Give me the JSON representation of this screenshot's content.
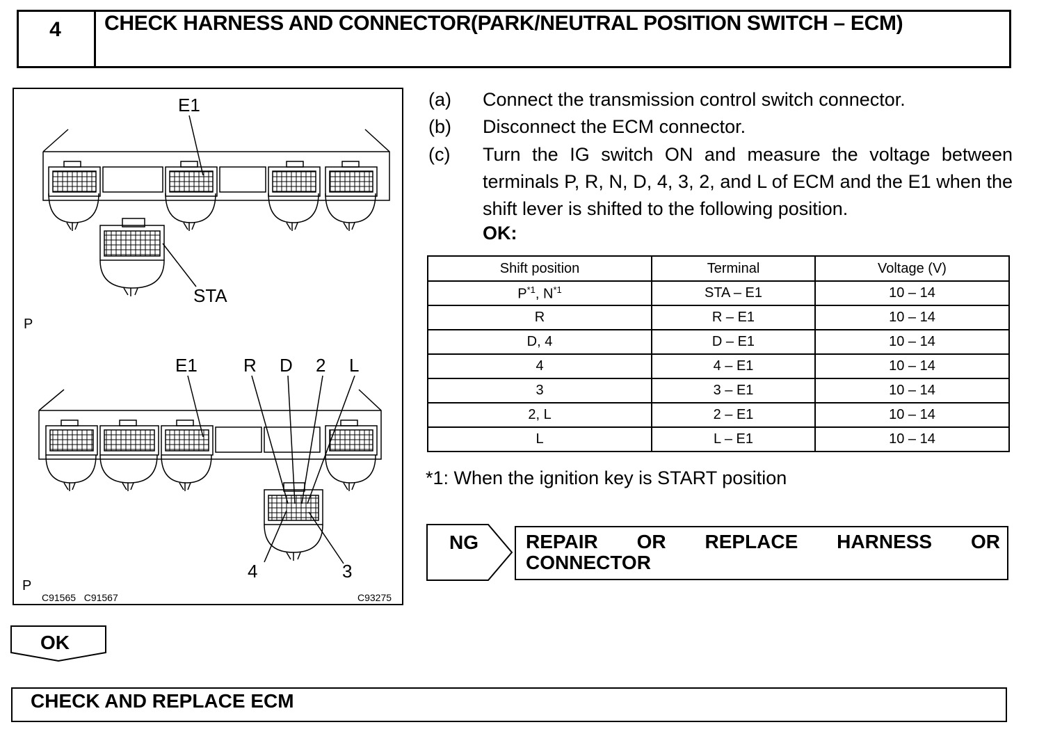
{
  "step": {
    "number": "4",
    "title": "CHECK HARNESS AND CONNECTOR(PARK/NEUTRAL POSITION SWITCH – ECM)"
  },
  "figure": {
    "top_label_e1": "E1",
    "top_label_sta": "STA",
    "top_label_p": "P",
    "bottom_label_e1": "E1",
    "bottom_label_r": "R",
    "bottom_label_d": "D",
    "bottom_label_2": "2",
    "bottom_label_l": "L",
    "bottom_label_4": "4",
    "bottom_label_3": "3",
    "bottom_label_p": "P",
    "code_left": "C91565   C91567",
    "code_right": "C93275"
  },
  "instructions": [
    {
      "label": "(a)",
      "text": "Connect the transmission control switch connector."
    },
    {
      "label": "(b)",
      "text": "Disconnect the ECM connector."
    },
    {
      "label": "(c)",
      "text": "Turn the IG switch ON and measure the voltage between terminals P, R, N, D, 4, 3, 2, and L of ECM and the E1 when the shift lever is shifted to the following position."
    }
  ],
  "ok_label": "OK:",
  "table": {
    "headers": [
      "Shift position",
      "Terminal",
      "Voltage (V)"
    ],
    "rows": [
      [
        "P*1, N*1",
        "STA – E1",
        "10 – 14"
      ],
      [
        "R",
        "R – E1",
        "10 – 14"
      ],
      [
        "D, 4",
        "D – E1",
        "10 – 14"
      ],
      [
        "4",
        "4 – E1",
        "10 – 14"
      ],
      [
        "3",
        "3 – E1",
        "10 – 14"
      ],
      [
        "2, L",
        "2 – E1",
        "10 – 14"
      ],
      [
        "L",
        "L – E1",
        "10 – 14"
      ]
    ]
  },
  "footnote": "*1: When the ignition key is START position",
  "ng": {
    "label": "NG",
    "action_line1": "REPAIR OR REPLACE HARNESS OR",
    "action_line2": "CONNECTOR"
  },
  "ok_arrow_label": "OK",
  "final_action": "CHECK AND REPLACE ECM"
}
